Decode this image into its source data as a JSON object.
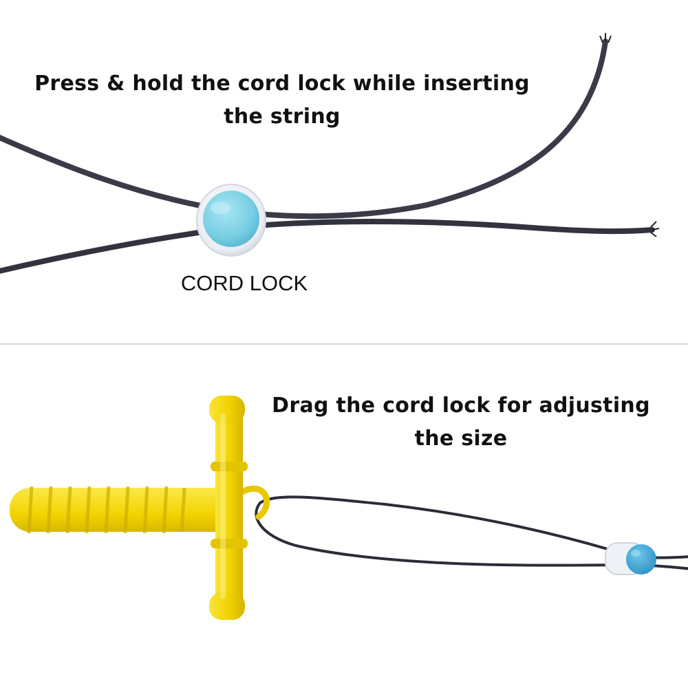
{
  "top_panel": {
    "instruction_line1": "Press & hold the cord lock while inserting",
    "instruction_line2": "the string",
    "part_label": "CORD LOCK"
  },
  "bottom_panel": {
    "instruction_line1": "Drag the cord lock for adjusting",
    "instruction_line2": "the size"
  },
  "colors": {
    "background": "#ffffff",
    "cord": "#33333f",
    "cord_lock_button": "#7ed3e6",
    "cord_lock_housing": "#eef0f4",
    "chew_toy": "#f5dc0a",
    "text": "#111111",
    "divider": "#d6d6d6"
  }
}
